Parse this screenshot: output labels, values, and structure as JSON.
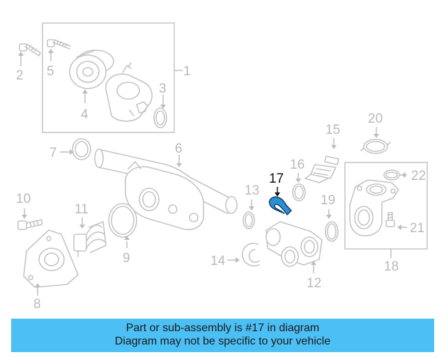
{
  "diagram": {
    "labels": {
      "p1": "1",
      "p2": "2",
      "p3": "3",
      "p4": "4",
      "p5": "5",
      "p6": "6",
      "p7": "7",
      "p8": "8",
      "p9": "9",
      "p10": "10",
      "p11": "11",
      "p12": "12",
      "p13": "13",
      "p14": "14",
      "p15": "15",
      "p16": "16",
      "p17": "17",
      "p18": "18",
      "p19": "19",
      "p20": "20",
      "p21": "21",
      "p22": "22"
    },
    "highlight_part": "17",
    "colors": {
      "parts": "#c4c4c4",
      "highlight": "#2a8fd6",
      "banner": "#4cc0f5"
    }
  },
  "banner": {
    "line1": "Part or sub-assembly is #17 in diagram",
    "line2": "Diagram may not be specific to your vehicle"
  }
}
